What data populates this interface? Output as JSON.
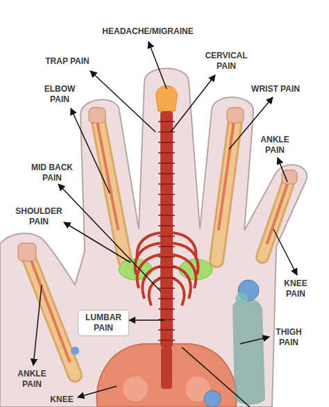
{
  "diagram": {
    "nodes": [
      {
        "text": [
          "LUMBAR PAIN"
        ]
      }
    ],
    "labels": [
      "HEADACHE/MIGRAINE",
      "TRAP PAIN",
      "CERVICAL PAIN",
      "ELBOW PAIN",
      "WRIST PAIN",
      "ANKLE PAIN",
      "MID BACK PAIN",
      "SHOULDER PAIN",
      "KNEE PAIN",
      "THIGH PAIN",
      "ANKLE PAIN",
      "KNEE"
    ]
  }
}
